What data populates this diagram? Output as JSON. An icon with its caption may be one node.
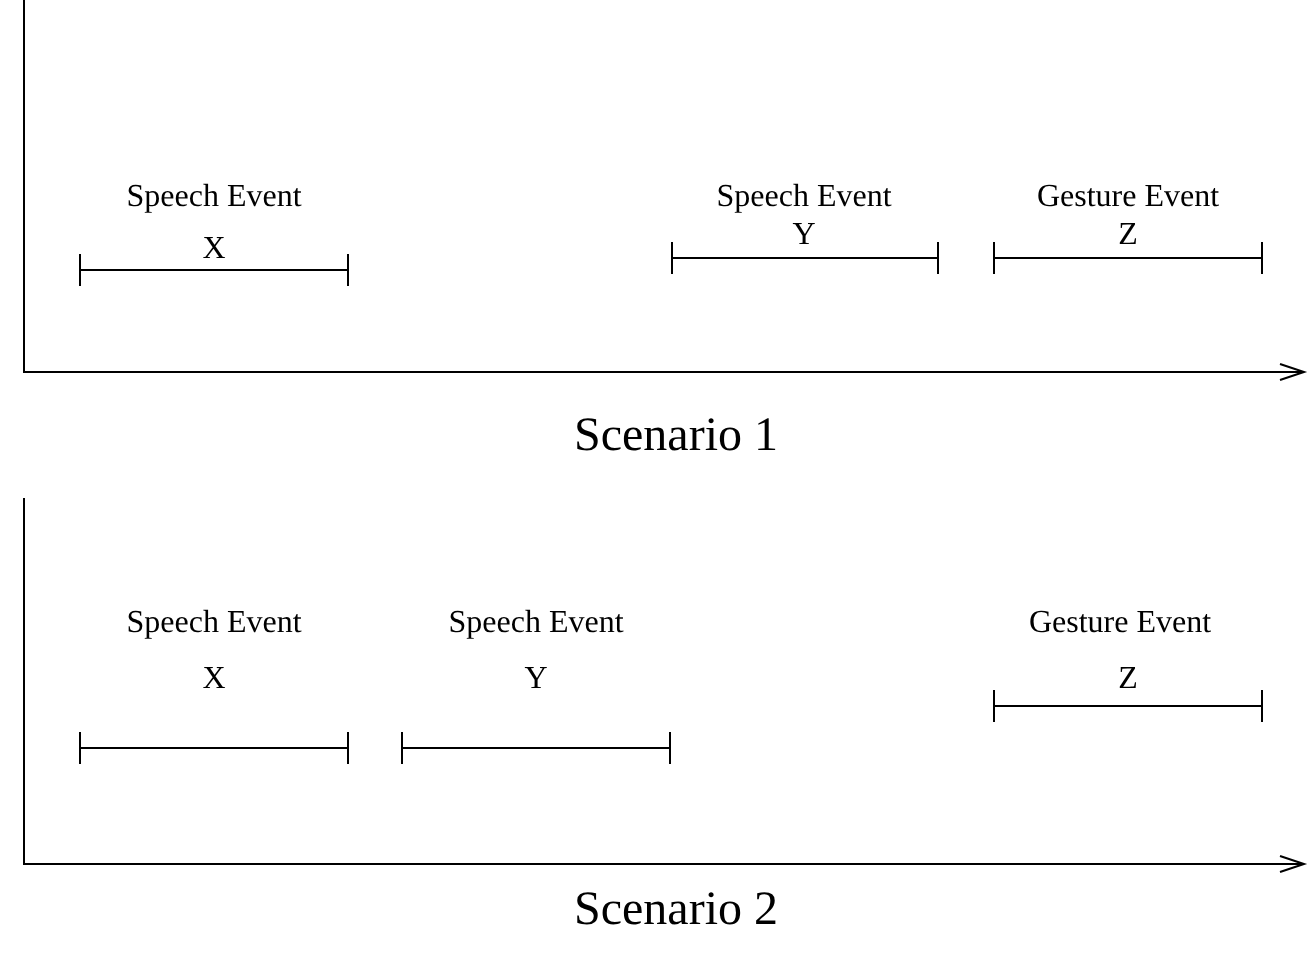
{
  "diagram": {
    "labels": [
      "Speech Event",
      "Speech Event",
      "Gesture Event",
      "X",
      "Y",
      "Z",
      "Scenario 1",
      "Speech Event",
      "Speech Event",
      "Gesture Event",
      "X",
      "Y",
      "Z",
      "Scenario 2"
    ]
  }
}
